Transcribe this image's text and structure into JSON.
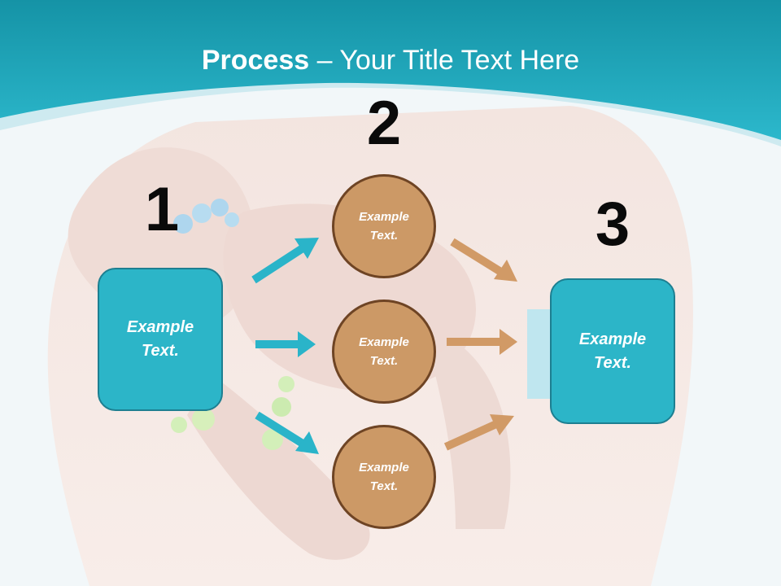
{
  "title": {
    "bold": "Process",
    "rest": " – Your Title Text Here"
  },
  "steps": [
    "1",
    "2",
    "3"
  ],
  "box_left": {
    "line1": "Example",
    "line2": "Text."
  },
  "box_right": {
    "line1": "Example",
    "line2": "Text."
  },
  "circles": [
    {
      "line1": "Example",
      "line2": "Text."
    },
    {
      "line1": "Example",
      "line2": "Text."
    },
    {
      "line1": "Example",
      "line2": "Text."
    }
  ],
  "colors": {
    "teal": "#2cb5c8",
    "teal_border": "#1d7f91",
    "orange": "#cc9966",
    "orange_border": "#6e4424",
    "arrow_teal": "#2ab4c9",
    "arrow_orange": "#d19a66"
  }
}
